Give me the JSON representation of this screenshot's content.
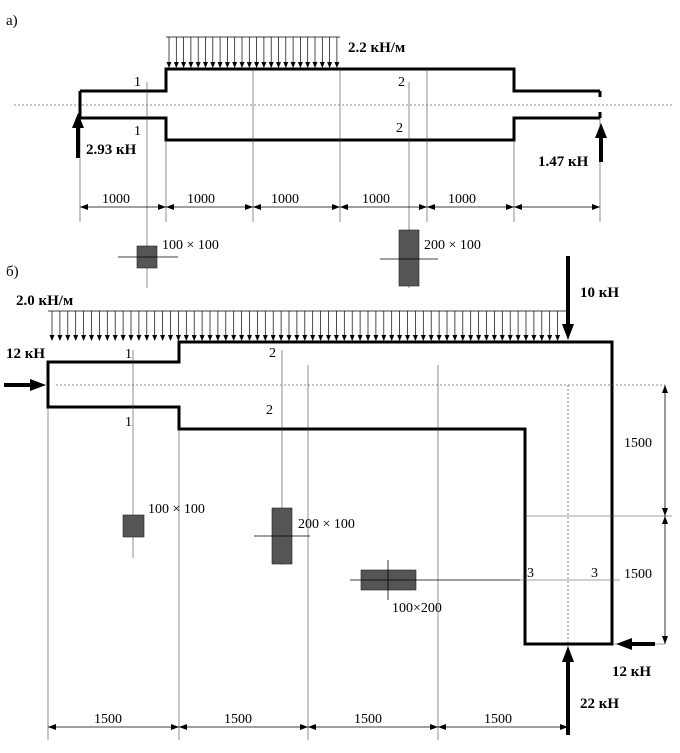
{
  "part_a": {
    "label": "а)",
    "distributed_load": "2.2 кН/м",
    "left_reaction": "2.93 кН",
    "right_reaction": "1.47 кН",
    "section_1": "1",
    "section_2": "2",
    "dimensions": [
      "1000",
      "1000",
      "1000",
      "1000",
      "1000"
    ],
    "cross_section_1": "100 × 100",
    "cross_section_2": "200 × 100"
  },
  "part_b": {
    "label": "б)",
    "distributed_load": "2.0 кН/м",
    "force_left": "12 кН",
    "force_top": "10 кН",
    "force_right": "12 кН",
    "force_bottom": "22 кН",
    "section_1": "1",
    "section_2": "2",
    "section_3": "3",
    "dimensions_horizontal": [
      "1500",
      "1500",
      "1500",
      "1500"
    ],
    "dimensions_vertical": [
      "1500",
      "1500"
    ],
    "cross_section_1": "100 × 100",
    "cross_section_2": "200 × 100",
    "cross_section_3": "100×200"
  }
}
